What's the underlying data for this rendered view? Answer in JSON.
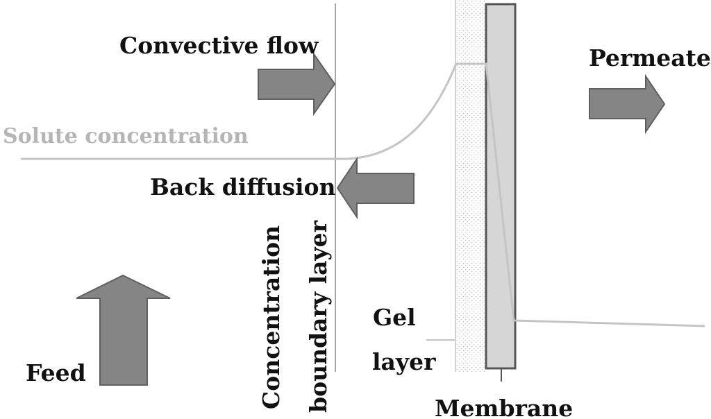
{
  "labels": {
    "convective_flow": "Convective flow",
    "permeate": "Permeate",
    "solute_concentration": "Solute concentration",
    "back_diffusion": "Back diffusion",
    "concentration": "Concentration",
    "boundary_layer": "boundary layer",
    "gel": "Gel",
    "layer": "layer",
    "feed": "Feed",
    "membrane": "Membrane"
  },
  "colors": {
    "arrow_fill": "#858585",
    "arrow_stroke": "#5f5f5f",
    "concentration_curve": "#c4c4c4",
    "boundary_line": "#a8a8a8",
    "membrane_fill": "#d6d6d6",
    "membrane_stroke": "#555555",
    "gel_dots": "#bdbdbd",
    "label_text": "#111111",
    "solute_label": "#b5b5b5"
  }
}
